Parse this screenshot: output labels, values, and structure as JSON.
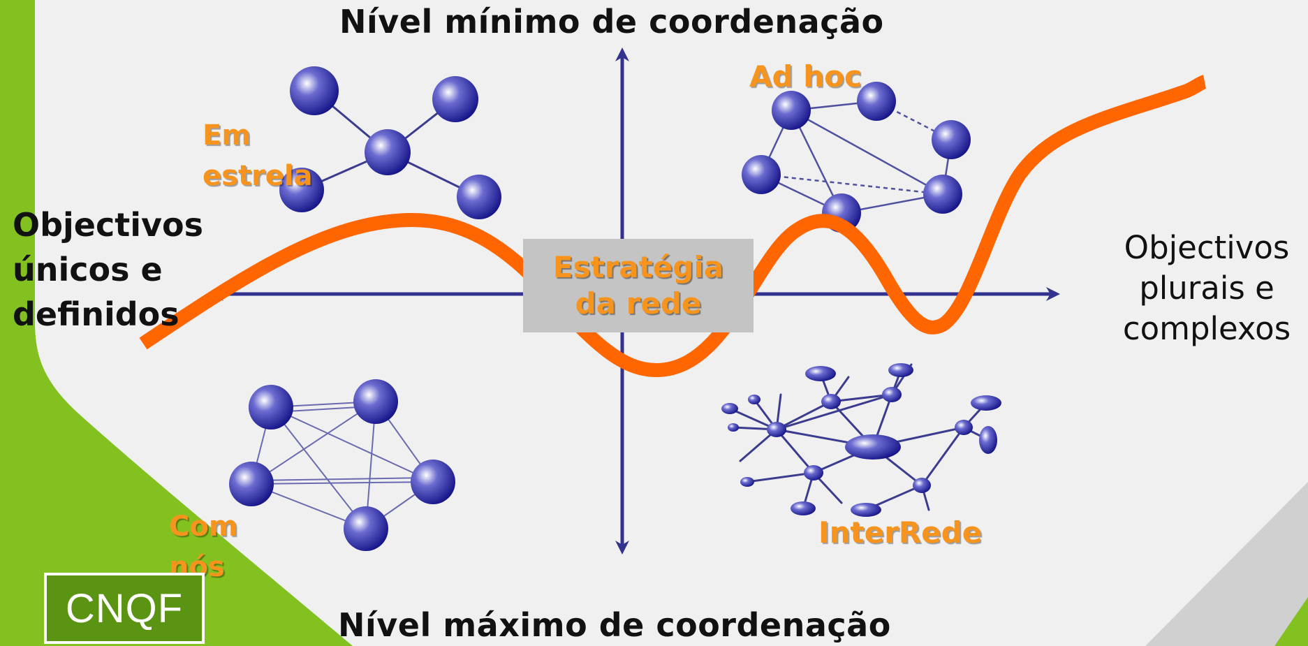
{
  "labels": {
    "top_axis": "Nível mínimo de coordenação",
    "bottom_axis": "Nível máximo de coordenação",
    "left_axis": [
      "Objectivos",
      "únicos e",
      "definidos"
    ],
    "right_axis": [
      "Objectivos",
      "plurais e",
      "complexos"
    ],
    "center": [
      "Estratégia",
      "da rede"
    ]
  },
  "networks": {
    "star": [
      "Em",
      "estrela"
    ],
    "ad_hoc": "Ad hoc",
    "nodes": [
      "Com",
      "nós"
    ],
    "interrede": "InterRede"
  },
  "logo": "CNQF",
  "colors": {
    "background_green": "#82c11f",
    "background_light": "#f0f0f0",
    "axis_blue": "#33338f",
    "curve_orange": "#ff6600",
    "label_orange": "#f7941d",
    "node_blue": "#1a1a99",
    "center_box": "#c4c4c4",
    "logo_green": "#5b9412"
  }
}
